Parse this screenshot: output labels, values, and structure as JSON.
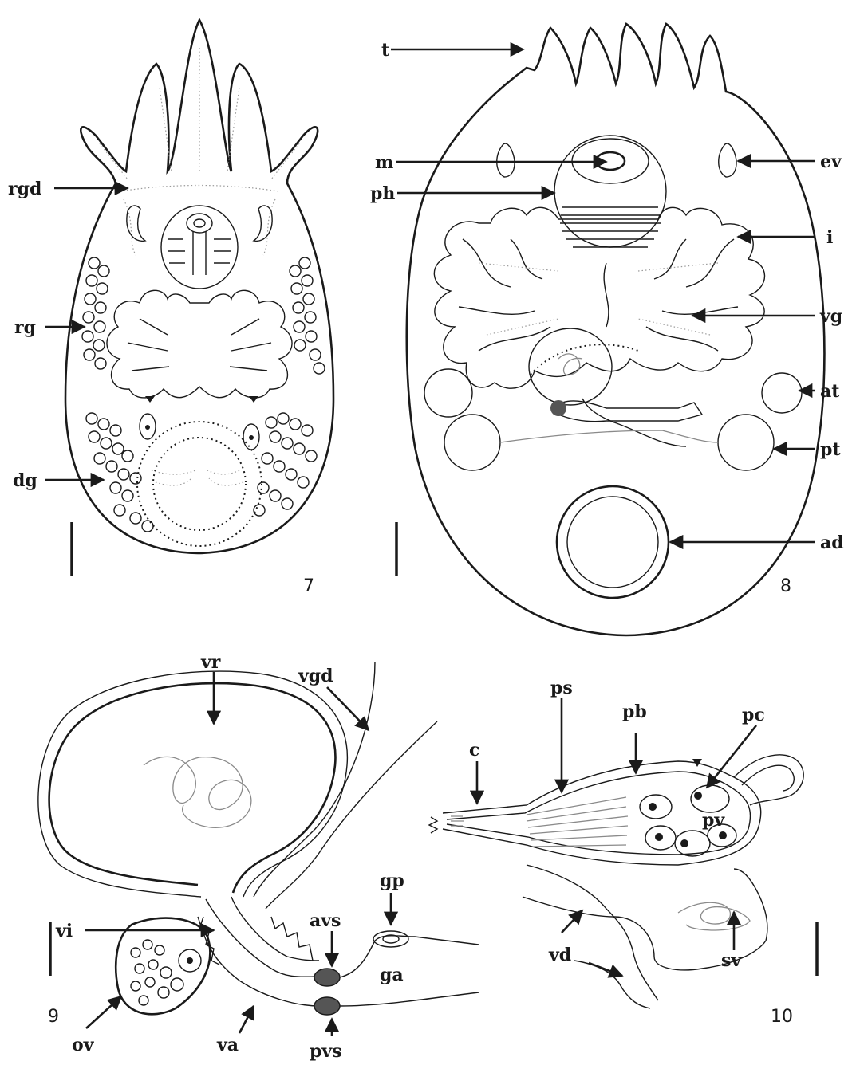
{
  "figures": [
    {
      "number": "7",
      "labels": [
        "rgd",
        "rg",
        "dg"
      ]
    },
    {
      "number": "8",
      "labels": [
        "t",
        "m",
        "ph",
        "i",
        "ev",
        "vg",
        "at",
        "pt",
        "ad"
      ]
    },
    {
      "number": "9",
      "labels": [
        "vr",
        "vgd",
        "vi",
        "ov",
        "va",
        "avs",
        "pvs",
        "gp",
        "ga"
      ]
    },
    {
      "number": "10",
      "labels": [
        "c",
        "ps",
        "pb",
        "pc",
        "pv",
        "vd",
        "sv"
      ]
    }
  ],
  "colors": {
    "ink": "#1a1a1a",
    "muscle": "#8a8a8a",
    "sphincter": "#555555"
  }
}
